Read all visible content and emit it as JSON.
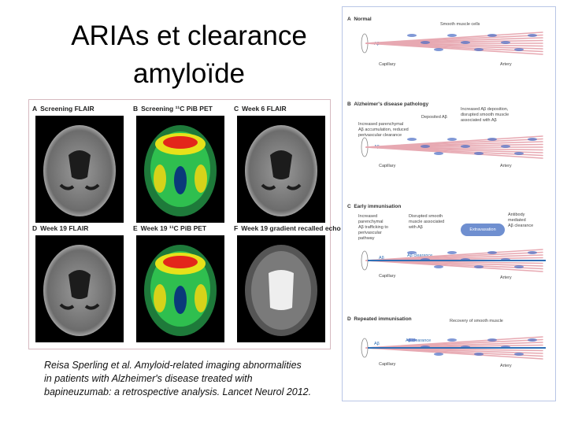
{
  "slide": {
    "title_line1": "ARIAs et clearance",
    "title_line2": "amyloïde",
    "caption_lines": [
      "Reisa Sperling  et al. Amyloid-related imaging abnormalities",
      "in patients with Alzheimer's disease treated with",
      "bapineuzumab: a retrospective analysis. Lancet Neurol 2012."
    ]
  },
  "brain_panels": [
    {
      "letter": "A",
      "label": "Screening FLAIR",
      "kind": "flair"
    },
    {
      "letter": "B",
      "label": "Screening ¹¹C PiB PET",
      "kind": "pet"
    },
    {
      "letter": "C",
      "label": "Week 6 FLAIR",
      "kind": "flair"
    },
    {
      "letter": "D",
      "label": "Week 19 FLAIR",
      "kind": "flair"
    },
    {
      "letter": "E",
      "label": "Week 19 ¹¹C PiB PET",
      "kind": "pet"
    },
    {
      "letter": "F",
      "label": "Week 19 gradient recalled echo",
      "kind": "gre"
    }
  ],
  "schematic": {
    "sections": [
      {
        "letter": "A",
        "title": "Normal"
      },
      {
        "letter": "B",
        "title": "Alzheimer's disease pathology"
      },
      {
        "letter": "C",
        "title": "Early immunisation"
      },
      {
        "letter": "D",
        "title": "Repeated immunisation"
      }
    ],
    "labels": {
      "smooth_muscle": "Smooth muscle cells",
      "abeta": "Aβ",
      "capillary": "Capillary",
      "artery": "Artery",
      "deposited_abeta": "Deposited Aβ",
      "increased_deposition": "Increased Aβ deposition,",
      "increased_deposition_2": "disrupted smooth muscle",
      "increased_deposition_3": "associated with Aβ",
      "parenchyma_1": "Increased parenchymal",
      "parenchyma_2": "Aβ accumulation, reduced",
      "parenchyma_3": "perivascular clearance",
      "c_parenchymal_1": "Increased",
      "c_parenchymal_2": "parenchymal",
      "c_parenchymal_3": "Aβ trafficking to",
      "c_parenchymal_4": "perivascular",
      "c_parenchymal_5": "pathway",
      "disrupted_1": "Disrupted smooth",
      "disrupted_2": "muscle associated",
      "disrupted_3": "with Aβ",
      "antibody_1": "Antibody",
      "antibody_2": "mediated",
      "antibody_3": "Aβ clearance",
      "extravasation": "Extravasation",
      "abeta_clearance": "Aβ clearance",
      "recovery": "Recovery of smooth muscle"
    },
    "colors": {
      "vessel": "#e7a9b2",
      "clearance": "#2f6fb6",
      "extravasation": "#6f8fd0"
    }
  }
}
